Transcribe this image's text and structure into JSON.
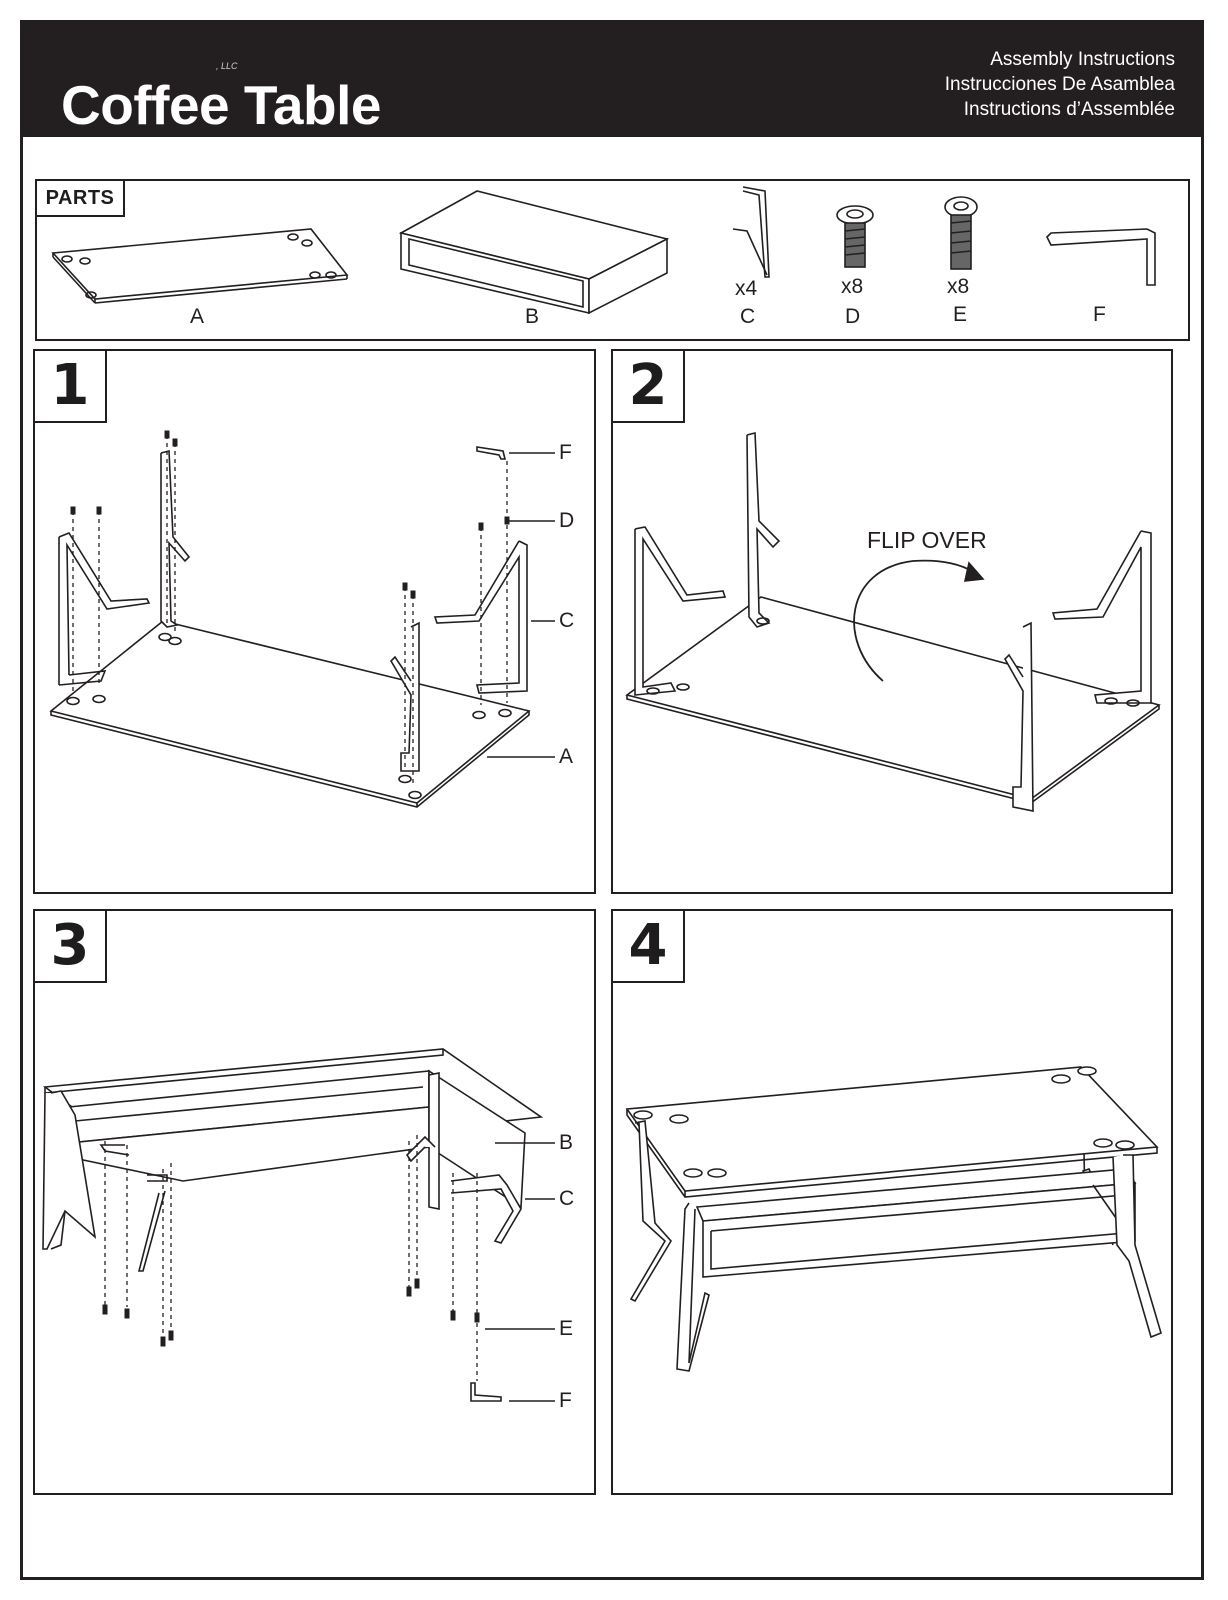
{
  "header": {
    "brand_suffix": ", LLC",
    "title": "Coffee Table",
    "subtitles": [
      "Assembly Instructions",
      "Instrucciones De Asamblea",
      "Instructions d’Assemblée"
    ]
  },
  "parts": {
    "tag": "PARTS",
    "items": [
      {
        "letter": "A",
        "qty": ""
      },
      {
        "letter": "B",
        "qty": ""
      },
      {
        "letter": "C",
        "qty": "x4"
      },
      {
        "letter": "D",
        "qty": "x8"
      },
      {
        "letter": "E",
        "qty": "x8"
      },
      {
        "letter": "F",
        "qty": ""
      }
    ]
  },
  "steps": [
    {
      "number": "1",
      "callouts": [
        "F",
        "D",
        "C",
        "A"
      ]
    },
    {
      "number": "2",
      "note": "FLIP OVER"
    },
    {
      "number": "3",
      "callouts": [
        "B",
        "C",
        "E",
        "F"
      ]
    },
    {
      "number": "4"
    }
  ],
  "colors": {
    "ink": "#231f20",
    "paper": "#ffffff"
  }
}
